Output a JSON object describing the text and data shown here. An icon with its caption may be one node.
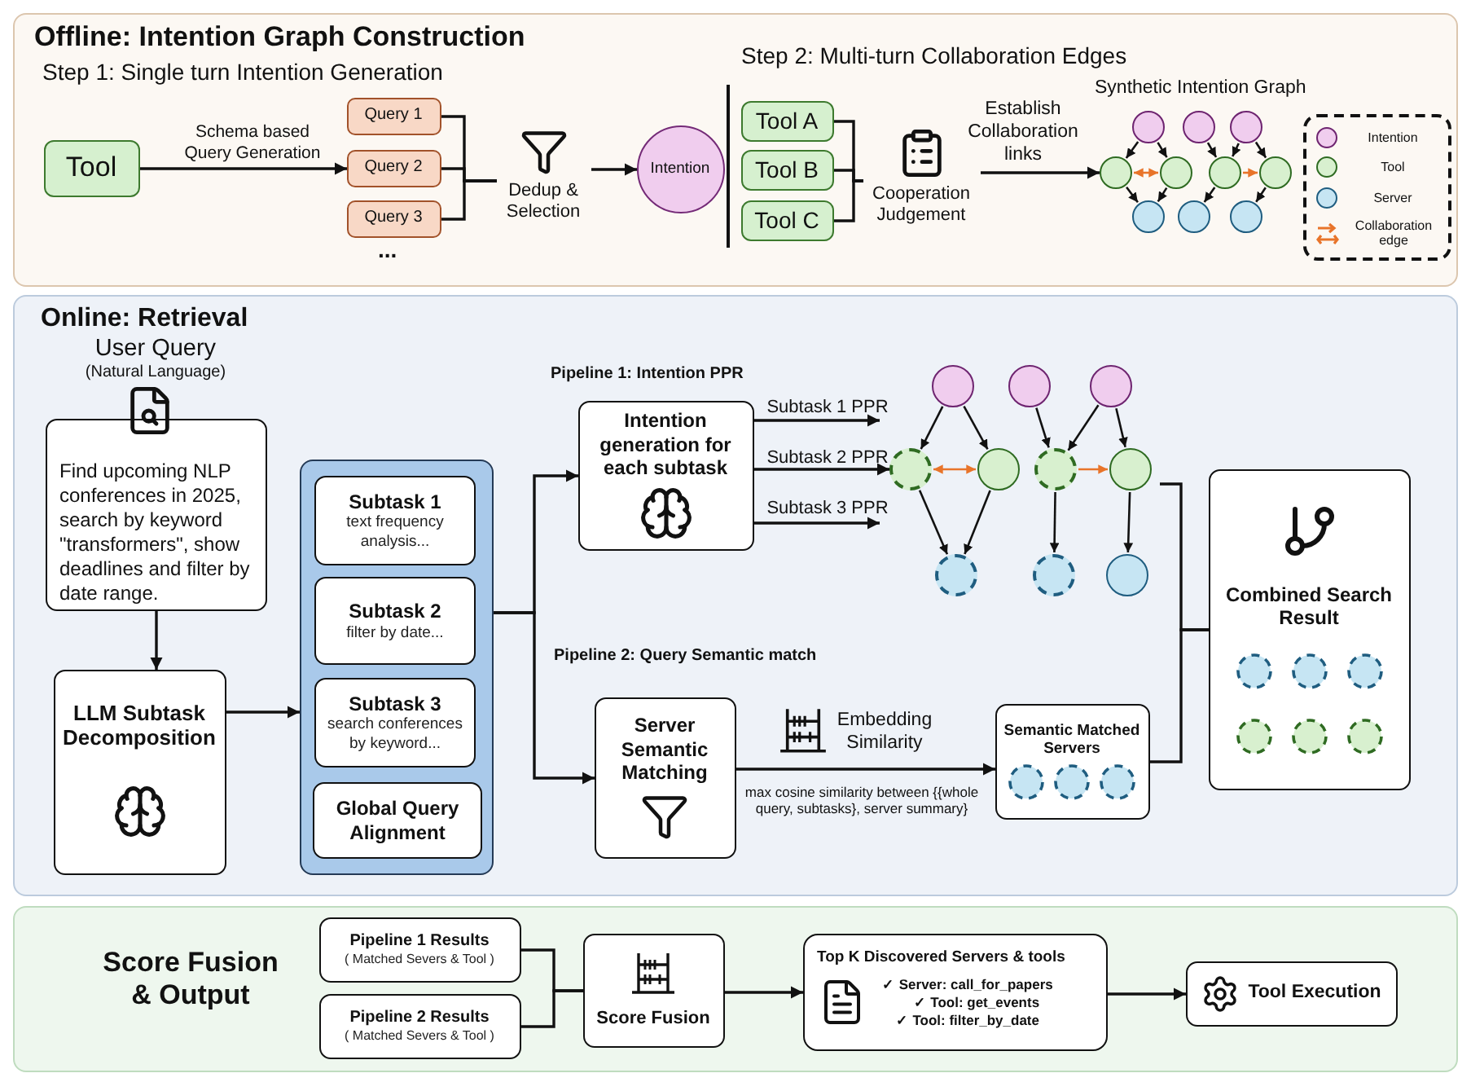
{
  "diagram": {
    "nodes": [
      {
        "text": [
          "Offline: Intention Graph Construction"
        ]
      },
      {
        "text": [
          "Tool"
        ],
        "in": 0
      },
      {
        "text": [
          "Query 1"
        ],
        "in": 0
      },
      {
        "text": [
          "Query 2"
        ],
        "in": 0
      },
      {
        "text": [
          "Query 3"
        ],
        "in": 0
      },
      {
        "text": [
          "Dedup & Selection"
        ],
        "in": 0
      },
      {
        "text": [
          "Intention"
        ],
        "in": 0
      },
      {
        "text": [
          "Tool A"
        ],
        "in": 0
      },
      {
        "text": [
          "Tool B"
        ],
        "in": 0
      },
      {
        "text": [
          "Tool C"
        ],
        "in": 0
      },
      {
        "text": [
          "Cooperation Judgement"
        ],
        "in": 0
      },
      {
        "text": [],
        "shape": "circle",
        "in": 0
      },
      {
        "text": [],
        "shape": "circle",
        "in": 0
      },
      {
        "text": [],
        "shape": "circle",
        "in": 0
      },
      {
        "text": [],
        "shape": "circle",
        "in": 0
      },
      {
        "text": [],
        "shape": "circle",
        "in": 0
      },
      {
        "text": [],
        "shape": "circle",
        "in": 0
      },
      {
        "text": [],
        "shape": "circle",
        "in": 0
      },
      {
        "text": [],
        "shape": "circle",
        "in": 0
      },
      {
        "text": [],
        "shape": "circle",
        "in": 0
      },
      {
        "text": [],
        "shape": "circle",
        "in": 0
      },
      {
        "text": [
          "Online: Retrieval"
        ]
      },
      {
        "text": [
          "User Query",
          "(Natural Language)",
          "Find upcoming NLP conferences in 2025, search by keyword \"transformers\", show deadlines and filter by date range."
        ],
        "in": 21
      },
      {
        "text": [
          "LLM Subtask Decomposition"
        ],
        "in": 21
      },
      {
        "text": [],
        "shape": "box",
        "in": 21
      },
      {
        "text": [
          "Subtask 1",
          "text frequency analysis..."
        ],
        "in": 24
      },
      {
        "text": [
          "Subtask 2",
          "filter by date..."
        ],
        "in": 24
      },
      {
        "text": [
          "Subtask 3",
          "search conferences by keyword..."
        ],
        "in": 24
      },
      {
        "text": [
          "Global Query Alignment"
        ],
        "in": 24
      },
      {
        "text": [
          "Intention generation for each subtask"
        ],
        "in": 21
      },
      {
        "text": [],
        "shape": "circle",
        "in": 21
      },
      {
        "text": [],
        "shape": "circle",
        "in": 21
      },
      {
        "text": [],
        "shape": "circle",
        "in": 21
      },
      {
        "text": [],
        "shape": "circle",
        "in": 21
      },
      {
        "text": [],
        "shape": "circle",
        "in": 21
      },
      {
        "text": [],
        "shape": "circle",
        "in": 21
      },
      {
        "text": [],
        "shape": "circle",
        "in": 21
      },
      {
        "text": [],
        "shape": "circle",
        "in": 21
      },
      {
        "text": [],
        "shape": "circle",
        "in": 21
      },
      {
        "text": [],
        "shape": "circle",
        "in": 21
      },
      {
        "text": [
          "Server Semantic Matching"
        ],
        "in": 21
      },
      {
        "text": [
          "Semantic Matched Servers"
        ],
        "in": 21
      },
      {
        "text": [
          "Combined Search Result"
        ],
        "in": 21
      },
      {
        "text": [
          "Score Fusion & Output"
        ]
      },
      {
        "text": [
          "Pipeline 1 Results",
          "( Matched Severs & Tool )"
        ],
        "in": 43
      },
      {
        "text": [
          "Pipeline 2 Results",
          "( Matched Severs & Tool )"
        ],
        "in": 43
      },
      {
        "text": [
          "Score Fusion"
        ],
        "in": 43
      },
      {
        "text": [
          "Top K Discovered Servers & tools",
          "✓ Server: call_for_papers",
          "✓ Tool: get_events",
          "✓ Tool: filter_by_date"
        ],
        "in": 43
      },
      {
        "text": [
          "Tool Execution"
        ],
        "in": 43
      }
    ],
    "edges": [
      {
        "from": 1,
        "to": 3,
        "arrow": "to",
        "label": "Schema based Query Generation"
      },
      {
        "from": 2,
        "to": 5,
        "arrow": "none"
      },
      {
        "from": 3,
        "to": 5,
        "arrow": "none"
      },
      {
        "from": 4,
        "to": 5,
        "arrow": "none"
      },
      {
        "from": 5,
        "to": 6,
        "arrow": "to"
      },
      {
        "from": 7,
        "to": 10,
        "arrow": "none"
      },
      {
        "from": 8,
        "to": 10,
        "arrow": "none"
      },
      {
        "from": 9,
        "to": 10,
        "arrow": "none"
      },
      {
        "from": 10,
        "to": 14,
        "arrow": "to",
        "label": "Establish Collaboration links"
      },
      {
        "from": 11,
        "to": 14,
        "arrow": "to"
      },
      {
        "from": 11,
        "to": 15,
        "arrow": "to"
      },
      {
        "from": 12,
        "to": 16,
        "arrow": "to"
      },
      {
        "from": 13,
        "to": 16,
        "arrow": "to"
      },
      {
        "from": 13,
        "to": 17,
        "arrow": "to"
      },
      {
        "from": 14,
        "to": 15,
        "arrow": "both",
        "color": "#e8742a"
      },
      {
        "from": 16,
        "to": 17,
        "arrow": "to",
        "color": "#e8742a"
      },
      {
        "from": 14,
        "to": 18,
        "arrow": "to"
      },
      {
        "from": 15,
        "to": 18,
        "arrow": "to"
      },
      {
        "from": 16,
        "to": 19,
        "arrow": "to"
      },
      {
        "from": 17,
        "to": 20,
        "arrow": "to"
      },
      {
        "from": 22,
        "to": 23,
        "arrow": "to"
      },
      {
        "from": 23,
        "to": 24,
        "arrow": "to"
      },
      {
        "from": 24,
        "to": 29,
        "arrow": "to"
      },
      {
        "from": 24,
        "to": 40,
        "arrow": "to"
      },
      {
        "from": 29,
        "to": 33,
        "arrow": "to",
        "label": "Subtask 1 PPR"
      },
      {
        "from": 29,
        "to": 33,
        "arrow": "to",
        "label": "Subtask 2 PPR"
      },
      {
        "from": 29,
        "to": 33,
        "arrow": "to",
        "label": "Subtask 3 PPR"
      },
      {
        "from": 30,
        "to": 33,
        "arrow": "to"
      },
      {
        "from": 30,
        "to": 34,
        "arrow": "to"
      },
      {
        "from": 31,
        "to": 35,
        "arrow": "to"
      },
      {
        "from": 32,
        "to": 35,
        "arrow": "to"
      },
      {
        "from": 32,
        "to": 36,
        "arrow": "to"
      },
      {
        "from": 33,
        "to": 34,
        "arrow": "both",
        "color": "#e8742a"
      },
      {
        "from": 35,
        "to": 36,
        "arrow": "to",
        "color": "#e8742a"
      },
      {
        "from": 33,
        "to": 37,
        "arrow": "to"
      },
      {
        "from": 34,
        "to": 37,
        "arrow": "to"
      },
      {
        "from": 35,
        "to": 38,
        "arrow": "to"
      },
      {
        "from": 36,
        "to": 39,
        "arrow": "to"
      },
      {
        "from": 40,
        "to": 41,
        "arrow": "to",
        "label": "Embedding Similarity"
      },
      {
        "from": 36,
        "to": 42,
        "arrow": "none"
      },
      {
        "from": 41,
        "to": 42,
        "arrow": "none"
      },
      {
        "from": 44,
        "to": 46,
        "arrow": "none"
      },
      {
        "from": 45,
        "to": 46,
        "arrow": "none"
      },
      {
        "from": 46,
        "to": 47,
        "arrow": "to"
      },
      {
        "from": 47,
        "to": 48,
        "arrow": "to"
      }
    ],
    "labels": [
      "Step 1: Single turn Intention Generation",
      "Step 2: Multi-turn Collaboration Edges",
      "...",
      "Synthetic Intention Graph",
      "Pipeline 1: Intention PPR",
      "Pipeline 2: Query Semantic match",
      "max cosine similarity between {{whole query, subtasks}, server summary}"
    ],
    "legend": [
      {
        "text": "Intention"
      },
      {
        "text": "Tool"
      },
      {
        "text": "Server"
      },
      {
        "text": "Collaboration edge"
      }
    ]
  }
}
